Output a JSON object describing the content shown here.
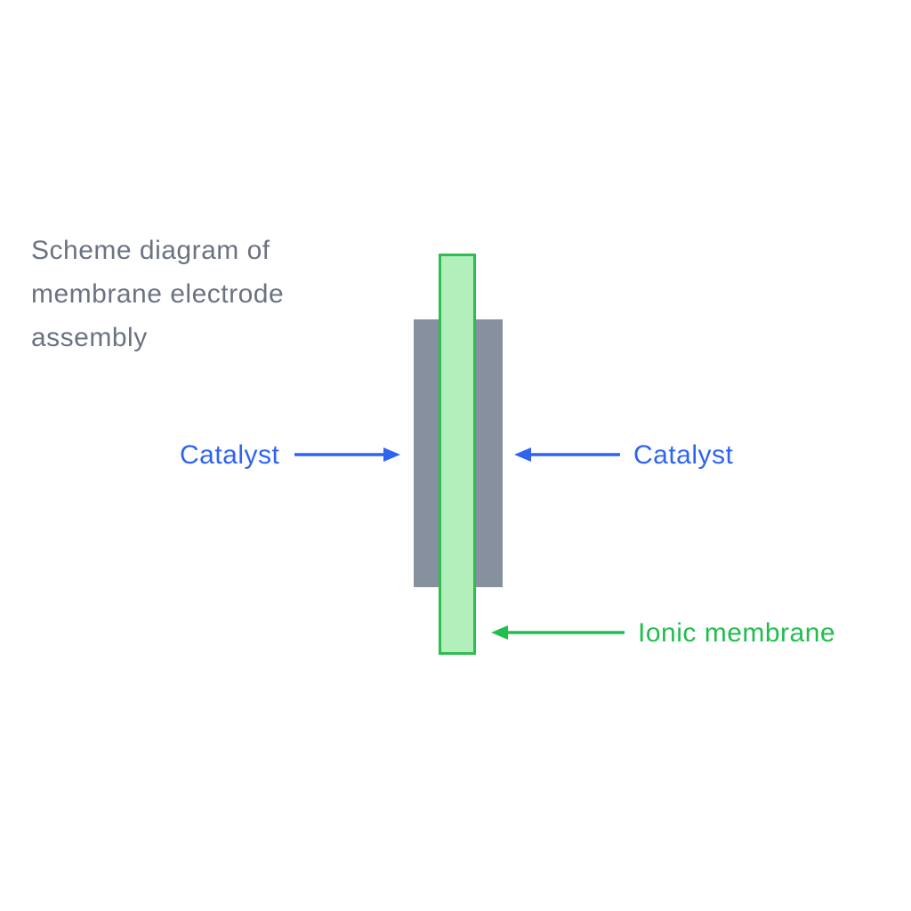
{
  "title": {
    "lines": [
      "Scheme diagram of",
      "membrane electrode",
      "assembly"
    ]
  },
  "labels": {
    "catalyst_left": "Catalyst",
    "catalyst_right": "Catalyst",
    "membrane": "Ionic membrane"
  },
  "colors": {
    "background": "#ffffff",
    "title_text": "#6b7383",
    "catalyst_label_blue": "#2e64f0",
    "catalyst_arrow_blue": "#2e64f0",
    "membrane_label_green": "#21bd4e",
    "membrane_arrow_green": "#21bd4e",
    "membrane_fill": "#b2efba",
    "membrane_border": "#2ebd4e",
    "catalyst_rect_gray": "#87909e"
  }
}
